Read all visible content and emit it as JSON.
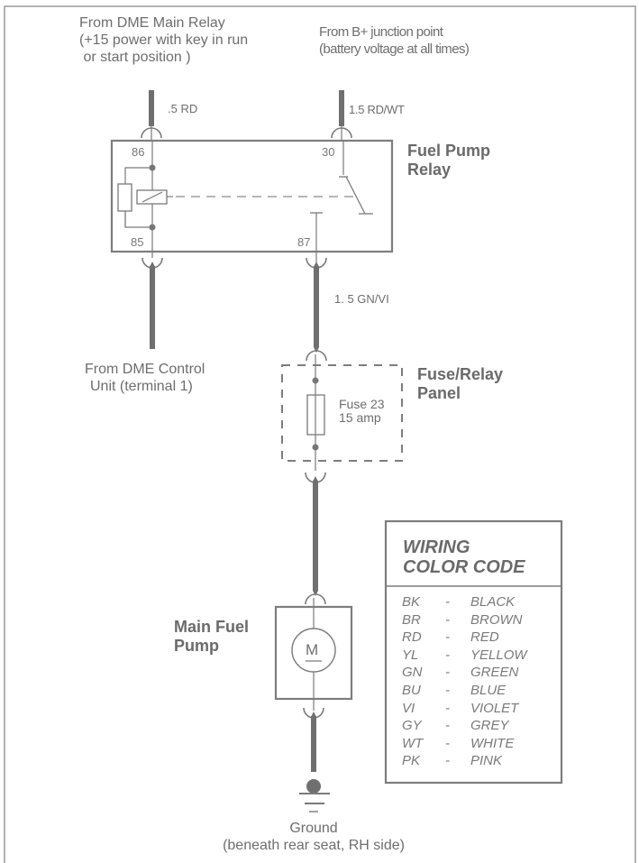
{
  "sources": {
    "dme_main_relay": [
      "From DME Main Relay",
      "(+15 power with key in run",
      " or start position )"
    ],
    "b_plus": [
      "From B+ junction point",
      "(battery voltage at all times)"
    ],
    "dme_control_unit": [
      "From DME Control",
      "Unit (terminal 1)"
    ]
  },
  "wires": {
    "w86": ".5 RD",
    "w30": "1.5 RD/WT",
    "w87": "1. 5 GN/VI"
  },
  "relay": {
    "title": [
      "Fuel Pump",
      "Relay"
    ],
    "terminals": {
      "t86": "86",
      "t85": "85",
      "t30": "30",
      "t87": "87"
    }
  },
  "fuse_panel": {
    "title": [
      "Fuse/Relay",
      "Panel"
    ],
    "fuse_label": [
      "Fuse 23",
      "15 amp"
    ]
  },
  "pump": {
    "title": [
      "Main Fuel",
      "Pump"
    ],
    "motor_symbol": "M"
  },
  "ground": {
    "label": [
      "Ground",
      "(beneath rear seat, RH side)"
    ]
  },
  "legend": {
    "title": [
      "WIRING",
      "COLOR CODE"
    ],
    "rows": [
      {
        "code": "BK",
        "sep": "-",
        "color": "BLACK"
      },
      {
        "code": "BR",
        "sep": "-",
        "color": "BROWN"
      },
      {
        "code": "RD",
        "sep": "-",
        "color": "RED"
      },
      {
        "code": "YL",
        "sep": "-",
        "color": "YELLOW"
      },
      {
        "code": "GN",
        "sep": "-",
        "color": "GREEN"
      },
      {
        "code": "BU",
        "sep": "-",
        "color": "BLUE"
      },
      {
        "code": "VI",
        "sep": "-",
        "color": "VIOLET"
      },
      {
        "code": "GY",
        "sep": "-",
        "color": "GREY"
      },
      {
        "code": "WT",
        "sep": "-",
        "color": "WHITE"
      },
      {
        "code": "PK",
        "sep": "-",
        "color": "PINK"
      }
    ]
  },
  "colors": {
    "line": "#7a7a7a",
    "wire": "#6f6f6f",
    "text": "#6e6e6e"
  }
}
